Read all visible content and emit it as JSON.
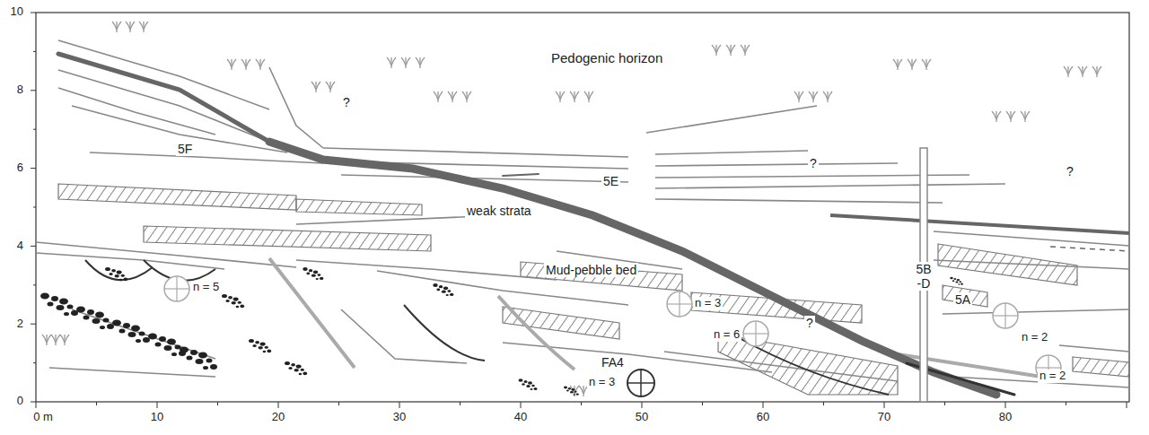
{
  "diagram": {
    "labels": [
      "Pedogenic horizon",
      "?",
      "?",
      "?",
      "5F",
      "5E",
      "weak strata",
      "Mud-pebble bed",
      "5B -D",
      "5A",
      "n = 5",
      "n = 3",
      "?",
      "n = 6",
      "n = 2",
      "n = 2",
      "FA4",
      "n = 3",
      "10",
      "8",
      "6",
      "4",
      "2",
      "0",
      "0 m",
      "10",
      "20",
      "30",
      "40",
      "50",
      "60",
      "70",
      "80"
    ]
  }
}
